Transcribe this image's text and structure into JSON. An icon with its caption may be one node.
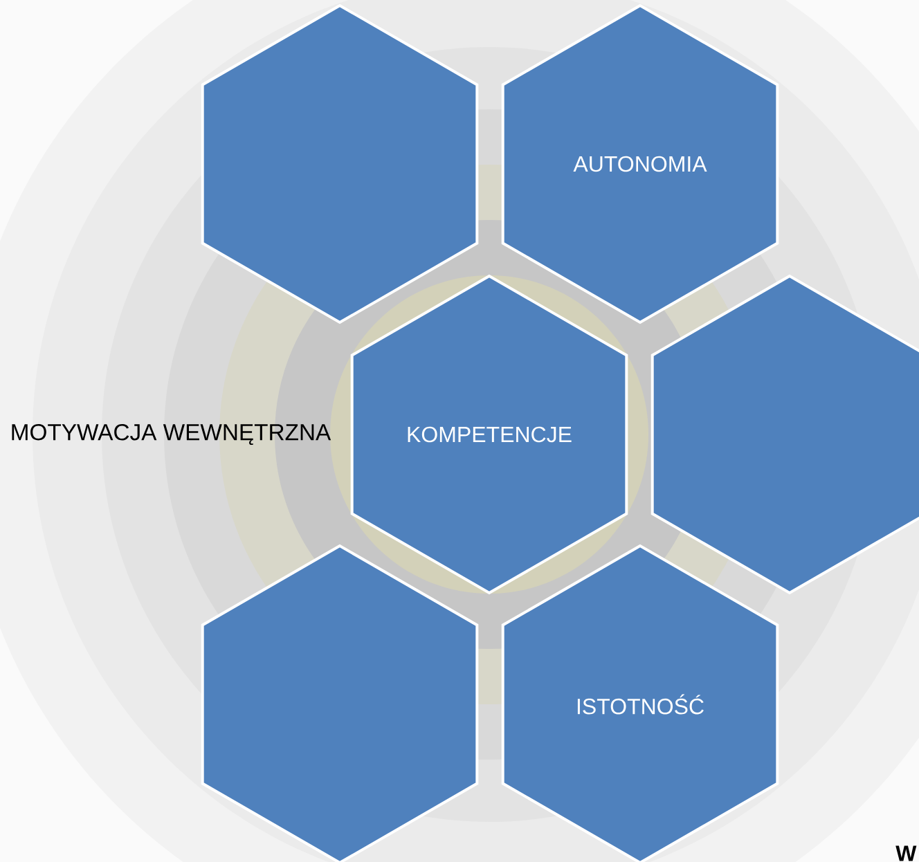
{
  "diagram": {
    "nodes": [
      {
        "text": [],
        "shape": "hexagon"
      },
      {
        "text": [
          "AUTONOMIA"
        ]
      },
      {
        "text": [
          "KOMPETENCJE"
        ]
      },
      {
        "text": [],
        "shape": "hexagon"
      },
      {
        "text": [],
        "shape": "hexagon"
      },
      {
        "text": [
          "ISTOTNOŚĆ"
        ]
      }
    ],
    "labels": [
      "MOTYWACJA WEWNĘTRZNA",
      "W"
    ]
  }
}
